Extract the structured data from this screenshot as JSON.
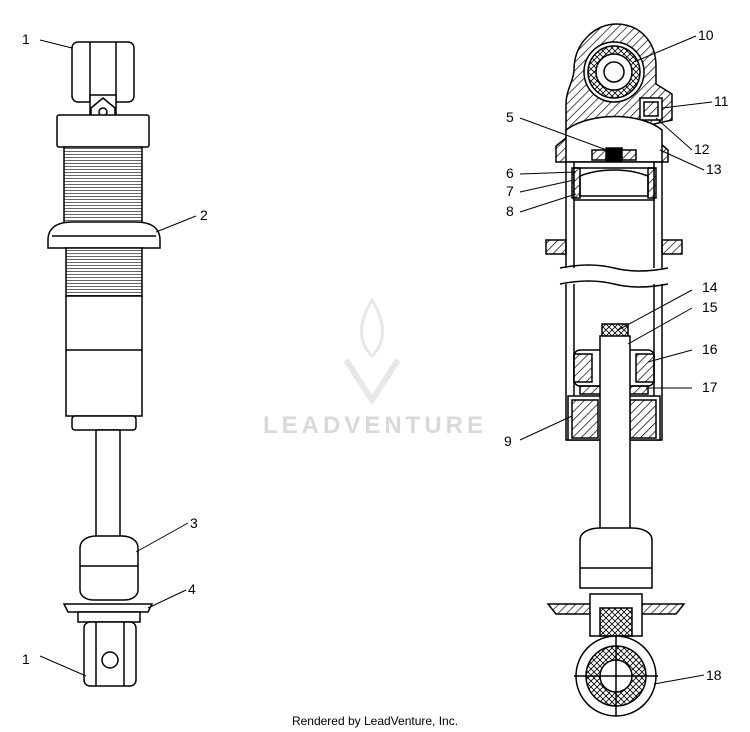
{
  "diagram": {
    "callouts": {
      "c1_top": "1",
      "c2": "2",
      "c3": "3",
      "c4": "4",
      "c1_bottom": "1",
      "c10": "10",
      "c11": "11",
      "c5": "5",
      "c12": "12",
      "c6": "6",
      "c13": "13",
      "c7": "7",
      "c8": "8",
      "c14": "14",
      "c15": "15",
      "c16": "16",
      "c17": "17",
      "c9": "9",
      "c18": "18"
    }
  },
  "watermark": {
    "text": "LEADVENTURE"
  },
  "footer": {
    "credit": "Rendered by LeadVenture, Inc."
  }
}
